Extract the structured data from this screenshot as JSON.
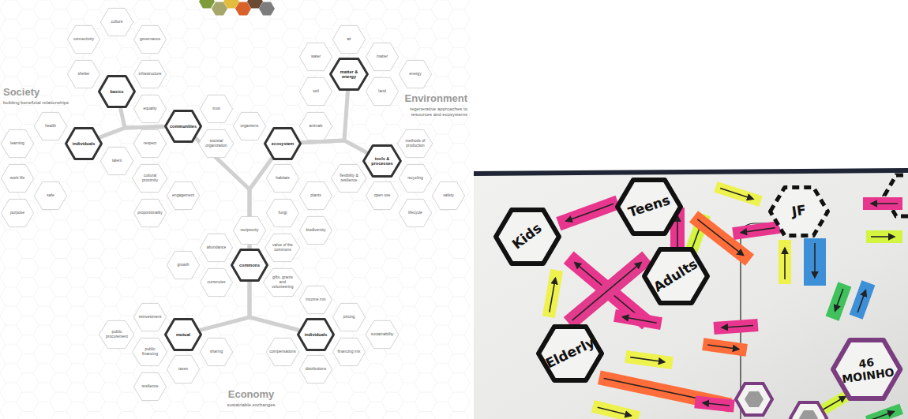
{
  "diagram": {
    "nodes": [
      {
        "text": [
          "culture"
        ]
      },
      {
        "text": [
          "connectivity"
        ]
      },
      {
        "text": [
          "governance"
        ]
      },
      {
        "text": [
          "shelter"
        ]
      },
      {
        "text": [
          "infrastructure"
        ]
      },
      {
        "text": [
          "basics"
        ]
      },
      {
        "text": [
          "equality"
        ]
      },
      {
        "text": [
          "trust"
        ]
      },
      {
        "text": [
          "health"
        ]
      },
      {
        "text": [
          "communities"
        ]
      },
      {
        "text": [
          "learning"
        ]
      },
      {
        "text": [
          "individuals"
        ]
      },
      {
        "text": [
          "respect"
        ]
      },
      {
        "text": [
          "societal organization"
        ]
      },
      {
        "text": [
          "talent"
        ]
      },
      {
        "text": [
          "work life"
        ]
      },
      {
        "text": [
          "cultural proximity"
        ]
      },
      {
        "text": [
          "safe"
        ]
      },
      {
        "text": [
          "engagement"
        ]
      },
      {
        "text": [
          "purpose"
        ]
      },
      {
        "text": [
          "proportionality"
        ]
      },
      {
        "text": [
          "air"
        ]
      },
      {
        "text": [
          "water"
        ]
      },
      {
        "text": [
          "matter"
        ]
      },
      {
        "text": [
          "matter & energy"
        ]
      },
      {
        "text": [
          "energy"
        ]
      },
      {
        "text": [
          "soil"
        ]
      },
      {
        "text": [
          "land"
        ]
      },
      {
        "text": [
          "organisms"
        ]
      },
      {
        "text": [
          "animals"
        ]
      },
      {
        "text": [
          "ecosystem"
        ]
      },
      {
        "text": [
          "methods of production"
        ]
      },
      {
        "text": [
          "tools & processes"
        ]
      },
      {
        "text": [
          "habitats"
        ]
      },
      {
        "text": [
          "flexibility & resilience"
        ]
      },
      {
        "text": [
          "recycling"
        ]
      },
      {
        "text": [
          "plants"
        ]
      },
      {
        "text": [
          "open use"
        ]
      },
      {
        "text": [
          "safety"
        ]
      },
      {
        "text": [
          "fungi"
        ]
      },
      {
        "text": [
          "lifecycle"
        ]
      },
      {
        "text": [
          "biodiversity"
        ]
      },
      {
        "text": [
          "reciprocity"
        ]
      },
      {
        "text": [
          "abundance"
        ]
      },
      {
        "text": [
          "value of the commons"
        ]
      },
      {
        "text": [
          "growth"
        ]
      },
      {
        "text": [
          "commons"
        ]
      },
      {
        "text": [
          "currencies"
        ]
      },
      {
        "text": [
          "gifts, grants and volunteering"
        ]
      },
      {
        "text": [
          "income mix"
        ]
      },
      {
        "text": [
          "reinvestment"
        ]
      },
      {
        "text": [
          "pricing"
        ]
      },
      {
        "text": [
          "public procurement"
        ]
      },
      {
        "text": [
          "mutual"
        ]
      },
      {
        "text": [
          "individuals"
        ]
      },
      {
        "text": [
          "sustainability"
        ]
      },
      {
        "text": [
          "public financing"
        ]
      },
      {
        "text": [
          "sharing"
        ]
      },
      {
        "text": [
          "compensations"
        ]
      },
      {
        "text": [
          "financing mix"
        ]
      },
      {
        "text": [
          "taxes"
        ]
      },
      {
        "text": [
          "distributions"
        ]
      },
      {
        "text": [
          "resilience"
        ]
      },
      {
        "text": [
          "Teens"
        ]
      },
      {
        "text": [
          "Kids"
        ]
      },
      {
        "text": [
          "JF"
        ]
      },
      {
        "text": [
          "Adults"
        ]
      },
      {
        "text": [
          "Elderly"
        ]
      },
      {
        "text": [
          "46 MOINHO"
        ]
      }
    ],
    "edges": [
      {
        "from": 9,
        "to": 5,
        "arrow": "none"
      },
      {
        "from": 9,
        "to": 11,
        "arrow": "none"
      },
      {
        "from": 46,
        "to": 9,
        "arrow": "none"
      },
      {
        "from": 46,
        "to": 30,
        "arrow": "none"
      },
      {
        "from": 30,
        "to": 24,
        "arrow": "none"
      },
      {
        "from": 30,
        "to": 32,
        "arrow": "none"
      },
      {
        "from": 46,
        "to": 53,
        "arrow": "none"
      },
      {
        "from": 46,
        "to": 54,
        "arrow": "none"
      }
    ],
    "labels": [
      "Society",
      "building beneficial relationships",
      "Environment",
      "regenerative approaches to resources and ecosystems",
      "Economy",
      "sustainable exchanges"
    ]
  }
}
